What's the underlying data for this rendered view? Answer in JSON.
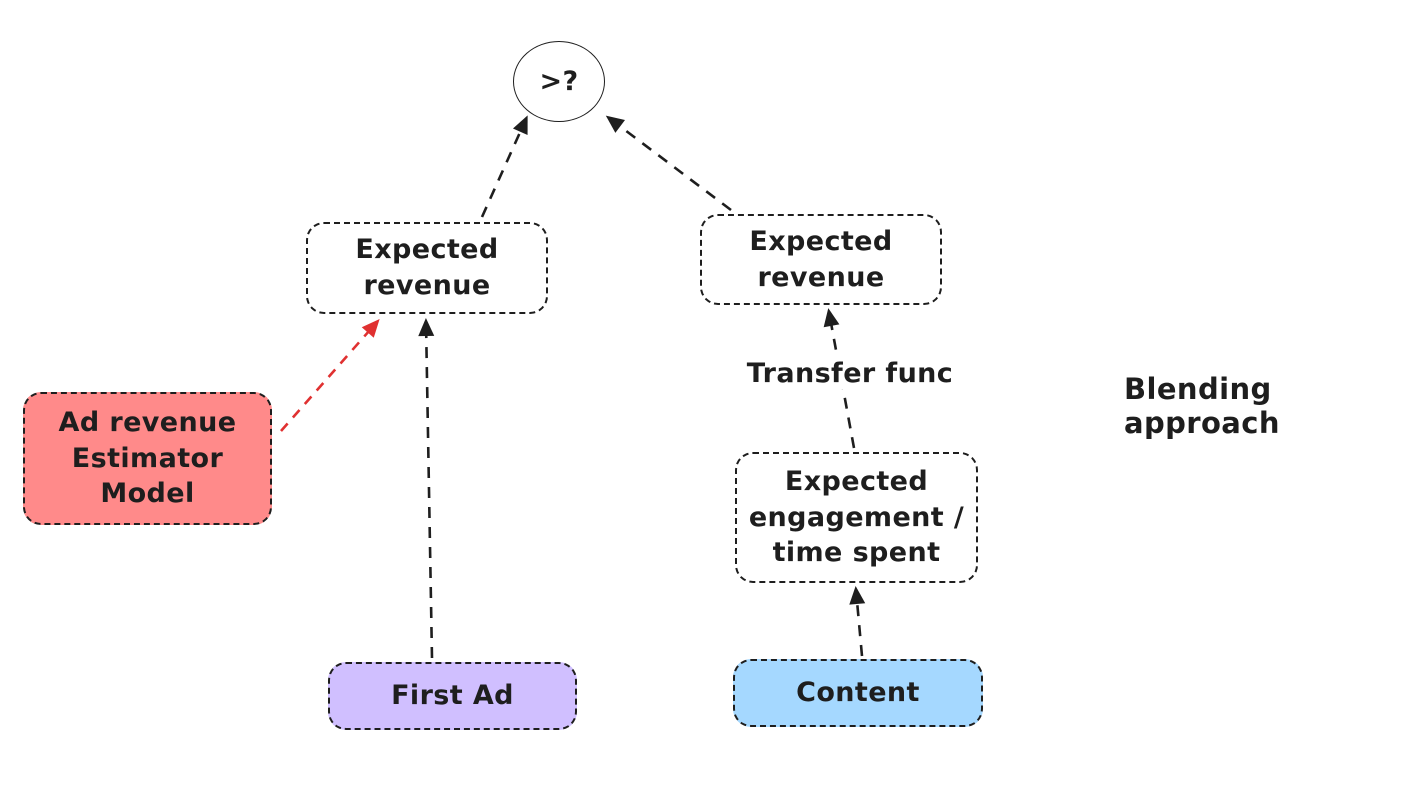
{
  "canvas": {
    "background": "#ffffff"
  },
  "colors": {
    "ink": "#1e1e1e",
    "red_arrow": "#e03131",
    "estimator_fill": "#ff8a8a",
    "first_ad_fill": "#d0bfff",
    "content_fill": "#a5d8ff"
  },
  "nodes": {
    "comparator": {
      "label": ">?"
    },
    "expected_revenue_left": {
      "label": "Expected\nrevenue"
    },
    "expected_revenue_right": {
      "label": "Expected\nrevenue"
    },
    "ad_revenue_estimator": {
      "label": "Ad revenue\nEstimator\nModel"
    },
    "expected_engagement": {
      "label": "Expected\nengagement /\ntime spent"
    },
    "first_ad": {
      "label": "First Ad"
    },
    "content": {
      "label": "Content"
    }
  },
  "annotations": {
    "transfer_func": "Transfer func",
    "blending_approach": "Blending approach"
  }
}
